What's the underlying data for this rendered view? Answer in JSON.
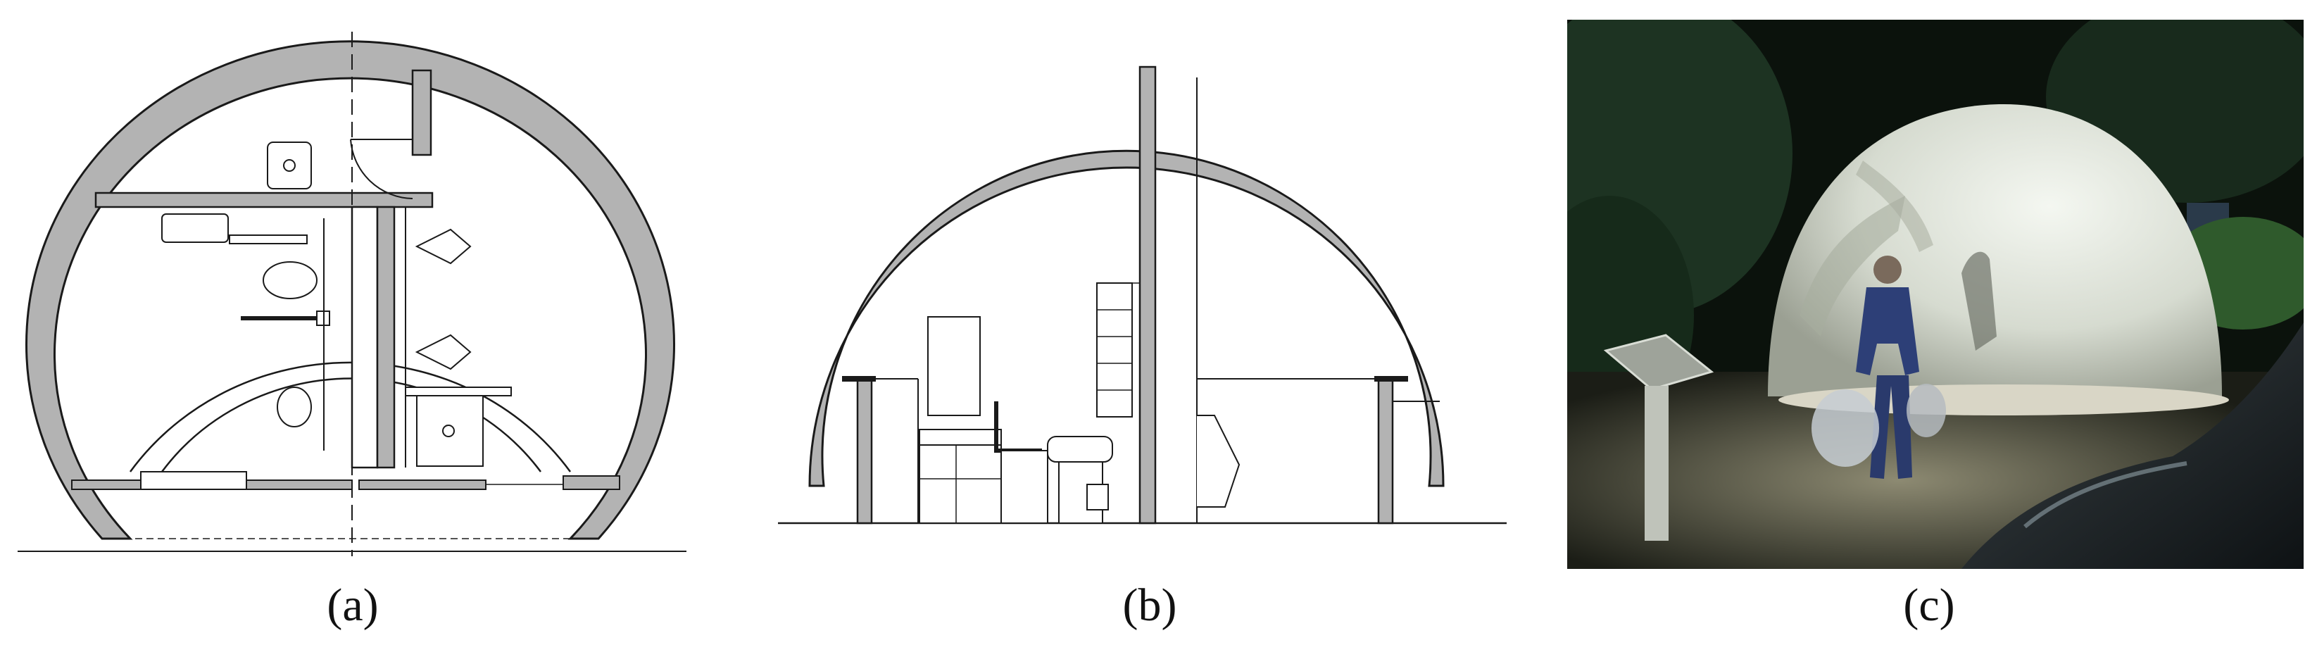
{
  "figure": {
    "panels": [
      {
        "id": "a",
        "label": "(a)",
        "kind": "floor-plan"
      },
      {
        "id": "b",
        "label": "(b)",
        "kind": "section"
      },
      {
        "id": "c",
        "label": "(c)",
        "kind": "night-photo"
      }
    ]
  },
  "colors": {
    "wall_fill": "#b3b3b3",
    "line": "#1a1a1a",
    "photo_bg": "#0b120c",
    "dome_glow": "#e9eee6"
  }
}
